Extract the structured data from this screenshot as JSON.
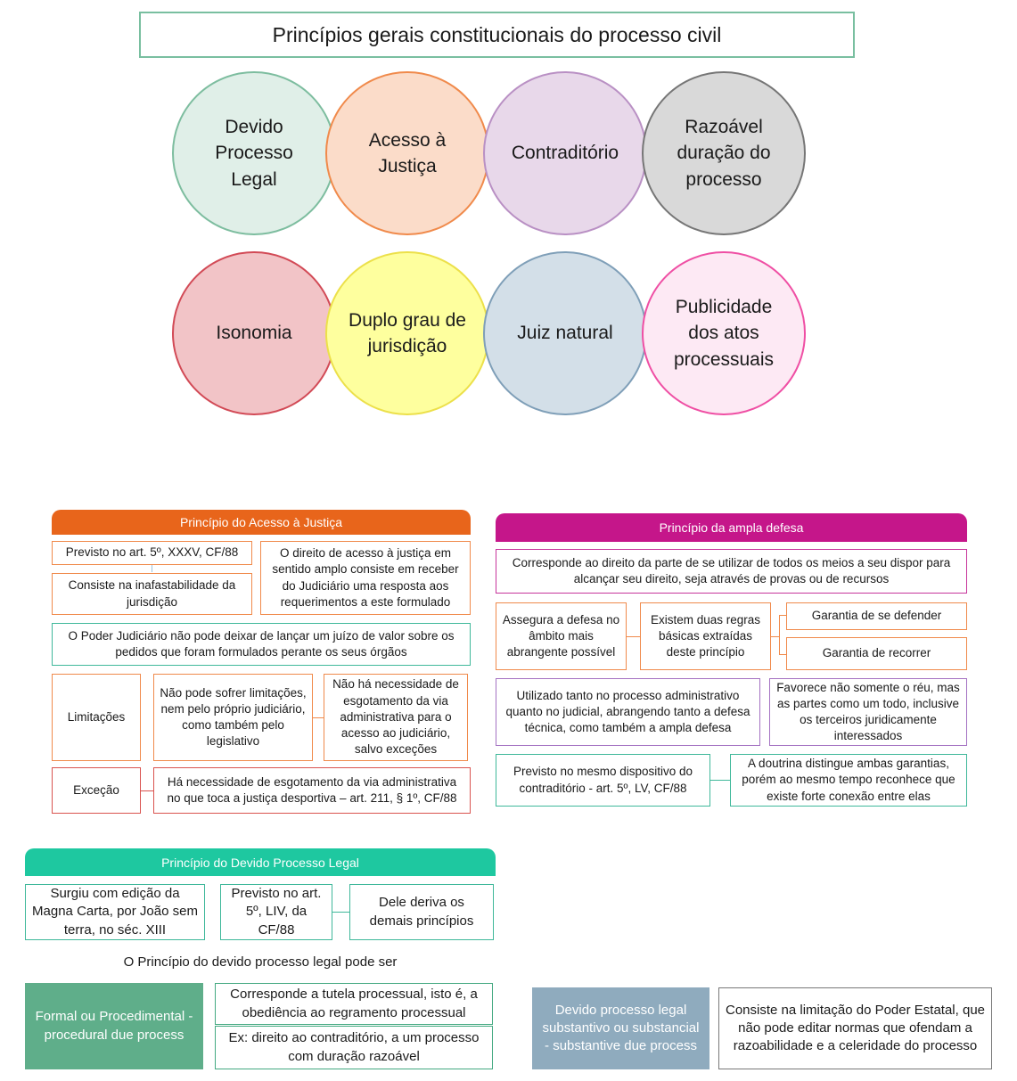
{
  "title": "Princípios gerais constitucionais do processo civil",
  "circles": [
    "Devido Processo Legal",
    "Acesso à Justiça",
    "Contraditório",
    "Razoável duração do processo",
    "Isonomia",
    "Duplo grau de jurisdição",
    "Juiz natural",
    "Publicidade dos atos processuais"
  ],
  "acesso": {
    "header": "Princípio do Acesso à Justiça",
    "previsto": "Previsto no art. 5º, XXXV, CF/88",
    "consiste": "Consiste na inafastabilidade da jurisdição",
    "direito": "O direito de acesso à justiça em sentido amplo consiste em receber do Judiciário uma resposta aos requerimentos a este formulado",
    "poder": "O Poder Judiciário não pode deixar de lançar um juízo de valor sobre os pedidos que foram formulados perante os seus órgãos",
    "limitacoes_label": "Limitações",
    "limitacoes_1": "Não pode sofrer limitações, nem pelo próprio judiciário, como também pelo legislativo",
    "limitacoes_2": "Não há necessidade de esgotamento da via administrativa para o acesso ao judiciário, salvo exceções",
    "excecao_label": "Exceção",
    "excecao_text": "Há necessidade de esgotamento da via administrativa no que toca a justiça desportiva – art. 211, § 1º, CF/88"
  },
  "ampla": {
    "header": "Princípio da ampla defesa",
    "corresponde": "Corresponde ao direito da parte de se utilizar de todos os meios a seu dispor para alcançar seu direito, seja através de provas ou de recursos",
    "assegura": "Assegura a defesa no âmbito mais abrangente possível",
    "existem": "Existem duas regras básicas extraídas deste princípio",
    "garantia_defender": "Garantia de se defender",
    "garantia_recorrer": "Garantia de recorrer",
    "utilizado": "Utilizado tanto no processo administrativo quanto no judicial, abrangendo tanto a defesa técnica, como também a ampla defesa",
    "favorece": "Favorece não somente o réu, mas as partes como um todo, inclusive os terceiros juridicamente interessados",
    "previsto": "Previsto no mesmo dispositivo do contraditório - art. 5º, LV, CF/88",
    "doutrina": "A doutrina distingue ambas garantias, porém ao mesmo tempo reconhece que existe forte conexão entre elas"
  },
  "devido": {
    "header": "Princípio do Devido Processo Legal",
    "surgiu": "Surgiu com edição da Magna Carta, por João sem terra, no séc. XIII",
    "previsto": "Previsto no art. 5º, LIV, da CF/88",
    "deriva": "Dele deriva os demais princípios",
    "pode_ser": "O Princípio do devido processo legal pode ser",
    "formal_label": "Formal ou Procedimental - procedural due process",
    "formal_1": "Corresponde a tutela processual, isto é, a obediência ao regramento processual",
    "formal_2": "Ex: direito ao contraditório, a um processo com duração razoável",
    "substantivo_label": "Devido processo legal substantivo ou substancial - substantive due process",
    "substantivo_text": "Consiste na limitação do Poder Estatal, que não pode editar normas que ofendam a razoabilidade e a celeridade do processo"
  },
  "colors": {
    "orange": "#e8651b",
    "magenta": "#c5168a",
    "teal": "#1ec8a0",
    "green": "#5fae8a",
    "slate": "#8fabbe"
  }
}
